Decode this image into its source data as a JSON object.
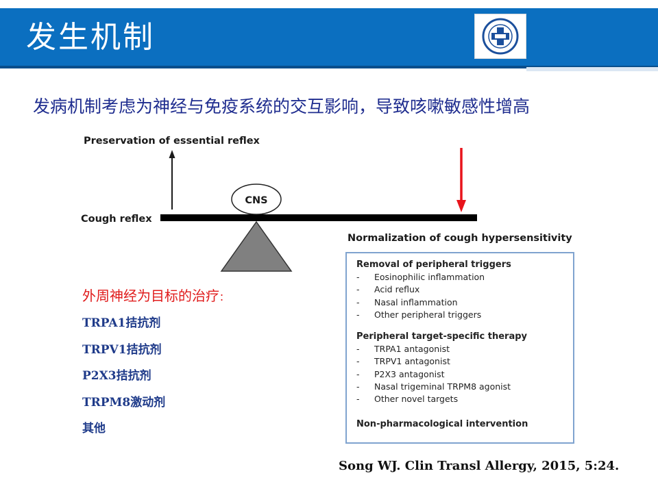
{
  "header": {
    "title": "发生机制",
    "bar_color": "#0b6fc0",
    "logo_icon": "hospital-emblem-icon"
  },
  "subtitle": "发病机制考虑为神经与免疫系统的交互影响，导致咳嗽敏感性增高",
  "diagram": {
    "top_label": "Preservation of essential reflex",
    "left_label": "Cough reflex",
    "pivot_label": "CNS",
    "right_label": "Normalization of cough hypersensitivity",
    "arrow_color": "#e8141b"
  },
  "treatment": {
    "heading": "外周神经为目标的治疗",
    "heading_colon": "：",
    "items": [
      "TRPA1拮抗剂",
      "TRPV1拮抗剂",
      "P2X3拮抗剂",
      "TRPM8激动剂",
      "其他"
    ]
  },
  "box": {
    "sections": [
      {
        "title": "Removal of peripheral triggers",
        "items": [
          "Eosinophilic inflammation",
          "Acid reflux",
          "Nasal inflammation",
          "Other peripheral triggers"
        ]
      },
      {
        "title": "Peripheral target-specific therapy",
        "items": [
          "TRPA1 antagonist",
          "TRPV1 antagonist",
          "P2X3 antagonist",
          "Nasal trigeminal TRPM8 agonist",
          "Other novel targets"
        ]
      },
      {
        "title": "Non-pharmacological intervention",
        "items": []
      }
    ],
    "dash": "-"
  },
  "citation": "Song WJ. Clin Transl Allergy, 2015, 5:24."
}
